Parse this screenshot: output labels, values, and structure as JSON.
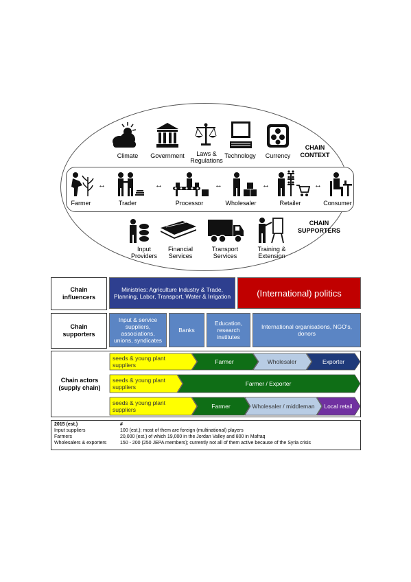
{
  "context": {
    "items": [
      {
        "label": "Climate",
        "icon": "cloud-sun-icon"
      },
      {
        "label": "Government",
        "icon": "government-building-icon"
      },
      {
        "label": "Laws & Regulations",
        "icon": "scales-icon"
      },
      {
        "label": "Technology",
        "icon": "computer-icon"
      },
      {
        "label": "Currency",
        "icon": "currency-icon"
      }
    ],
    "title_line1": "CHAIN",
    "title_line2": "CONTEXT"
  },
  "actors": {
    "items": [
      {
        "label": "Farmer",
        "icon": "farmer-icon"
      },
      {
        "label": "Trader",
        "icon": "trader-icon"
      },
      {
        "label": "Processor",
        "icon": "processor-icon"
      },
      {
        "label": "Wholesaler",
        "icon": "wholesaler-icon"
      },
      {
        "label": "Retailer",
        "icon": "retailer-icon"
      },
      {
        "label": "Consumer",
        "icon": "consumer-icon"
      }
    ],
    "arrow": "↔"
  },
  "supporters": {
    "items": [
      {
        "label_line1": "Input",
        "label_line2": "Providers",
        "icon": "sacks-icon"
      },
      {
        "label_line1": "Financial",
        "label_line2": "Services",
        "icon": "money-stack-icon"
      },
      {
        "label_line1": "Transport",
        "label_line2": "Services",
        "icon": "truck-icon"
      },
      {
        "label_line1": "Training &",
        "label_line2": "Extension",
        "icon": "teacher-board-icon"
      }
    ],
    "title_line1": "CHAIN",
    "title_line2": "SUPPORTERS"
  },
  "table": {
    "influencers": {
      "label_line1": "Chain",
      "label_line2": "influencers",
      "ministries": "Ministries: Agriculture Industry & Trade, Planning,  Labor, Transport, Water & Irrigation",
      "politics": "(International) politics"
    },
    "supporters": {
      "label_line1": "Chain",
      "label_line2": "supporters",
      "input": "Input & service suppliers, associations, unions, syndicates",
      "banks": "Banks",
      "education": "Education, research institutes",
      "international": "International organisations, NGO's, donors"
    },
    "actors": {
      "label_line1": "Chain actors",
      "label_line2": "(supply chain)",
      "row1": [
        "seeds & young plant suppliers",
        "Farmer",
        "Wholesaler",
        "Exporter"
      ],
      "row2": [
        "seeds & young plant suppliers",
        "Farmer / Exporter"
      ],
      "row3": [
        "seeds & young plant suppliers",
        "Farmer",
        "Wholesaler / middleman",
        "Local retail"
      ]
    }
  },
  "notes": {
    "header_label": "2015 (est.)",
    "header_value": "#",
    "rows": [
      {
        "label": "Input suppliers",
        "value": "100 (est.); most of them are foreign (multinational) players"
      },
      {
        "label": "Farmers",
        "value": "20,000 (est.) of which 19,000 in the Jordan Valley and 800 in Mafraq"
      },
      {
        "label": "Wholesalers  & exporters",
        "value": "150  - 200 (250 JEPA members); currently not all of them active because of the Syria crisis"
      }
    ]
  },
  "colors": {
    "navy": "#2e3f8f",
    "red": "#c00000",
    "steel": "#5b85c4",
    "yellow": "#ffff00",
    "green": "#0f6e16",
    "lightblue": "#b8cce4",
    "darkblue": "#1f3a7a",
    "purple": "#7030a0"
  }
}
